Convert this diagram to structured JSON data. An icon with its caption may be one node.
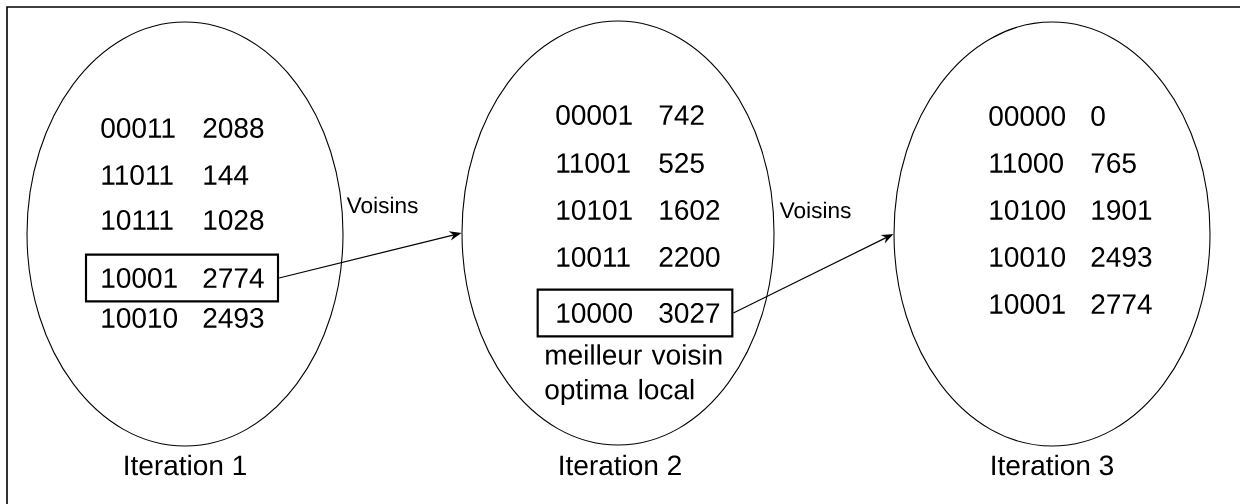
{
  "diagram": {
    "nodes": [
      {
        "text": [
          "00011",
          "2088",
          "11011",
          "144",
          "10111",
          "1028",
          "10010",
          "2493",
          "Iteration 1"
        ]
      },
      {
        "text": [
          "10001",
          "2774"
        ],
        "in": 0
      },
      {
        "text": [
          "00001",
          "742",
          "11001",
          "525",
          "10101",
          "1602",
          "10011",
          "2200",
          "meilleur voisin optima local",
          "Iteration 2"
        ]
      },
      {
        "text": [
          "10000",
          "3027"
        ],
        "in": 2
      },
      {
        "text": [
          "00000",
          "0",
          "11000",
          "765",
          "10100",
          "1901",
          "10010",
          "2493",
          "10001",
          "2774",
          "Iteration 3"
        ]
      }
    ],
    "edges": [
      {
        "from": 1,
        "to": 2,
        "arrow": "to",
        "label": "Voisins"
      },
      {
        "from": 3,
        "to": 4,
        "arrow": "to",
        "label": "Voisins"
      }
    ]
  }
}
